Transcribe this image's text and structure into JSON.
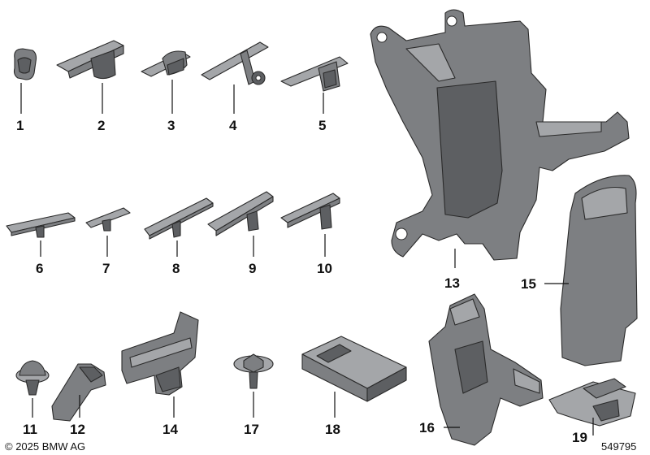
{
  "labels": {
    "p1": "1",
    "p2": "2",
    "p3": "3",
    "p4": "4",
    "p5": "5",
    "p6": "6",
    "p7": "7",
    "p8": "8",
    "p9": "9",
    "p10": "10",
    "p11": "11",
    "p12": "12",
    "p13": "13",
    "p14": "14",
    "p15": "15",
    "p16": "16",
    "p17": "17",
    "p18": "18",
    "p19": "19"
  },
  "footer": {
    "copyright": "© 2025 BMW AG",
    "image_number": "549795"
  }
}
